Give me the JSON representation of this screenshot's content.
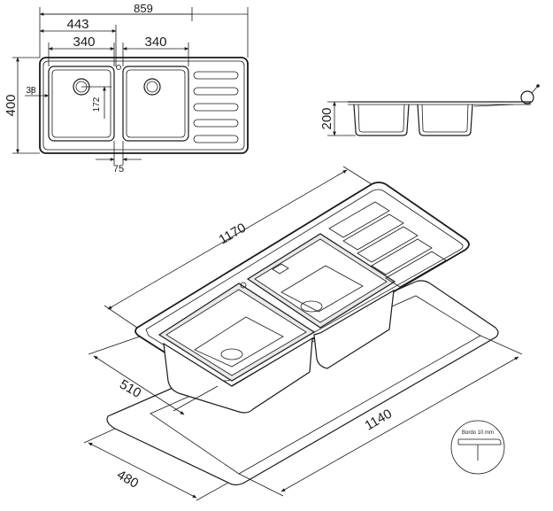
{
  "top_view": {
    "overall_width": "859",
    "left_section": "443",
    "bowl_left_width": "340",
    "bowl_right_width": "340",
    "depth": "400",
    "drain_offset": "38",
    "drain_distance": "172",
    "divider": "75"
  },
  "side_view": {
    "height": "200"
  },
  "iso_view": {
    "length": "1170",
    "width": "510",
    "cutout_length": "1140",
    "cutout_width": "480"
  },
  "detail": {
    "note": "Bordo 10 mm"
  }
}
